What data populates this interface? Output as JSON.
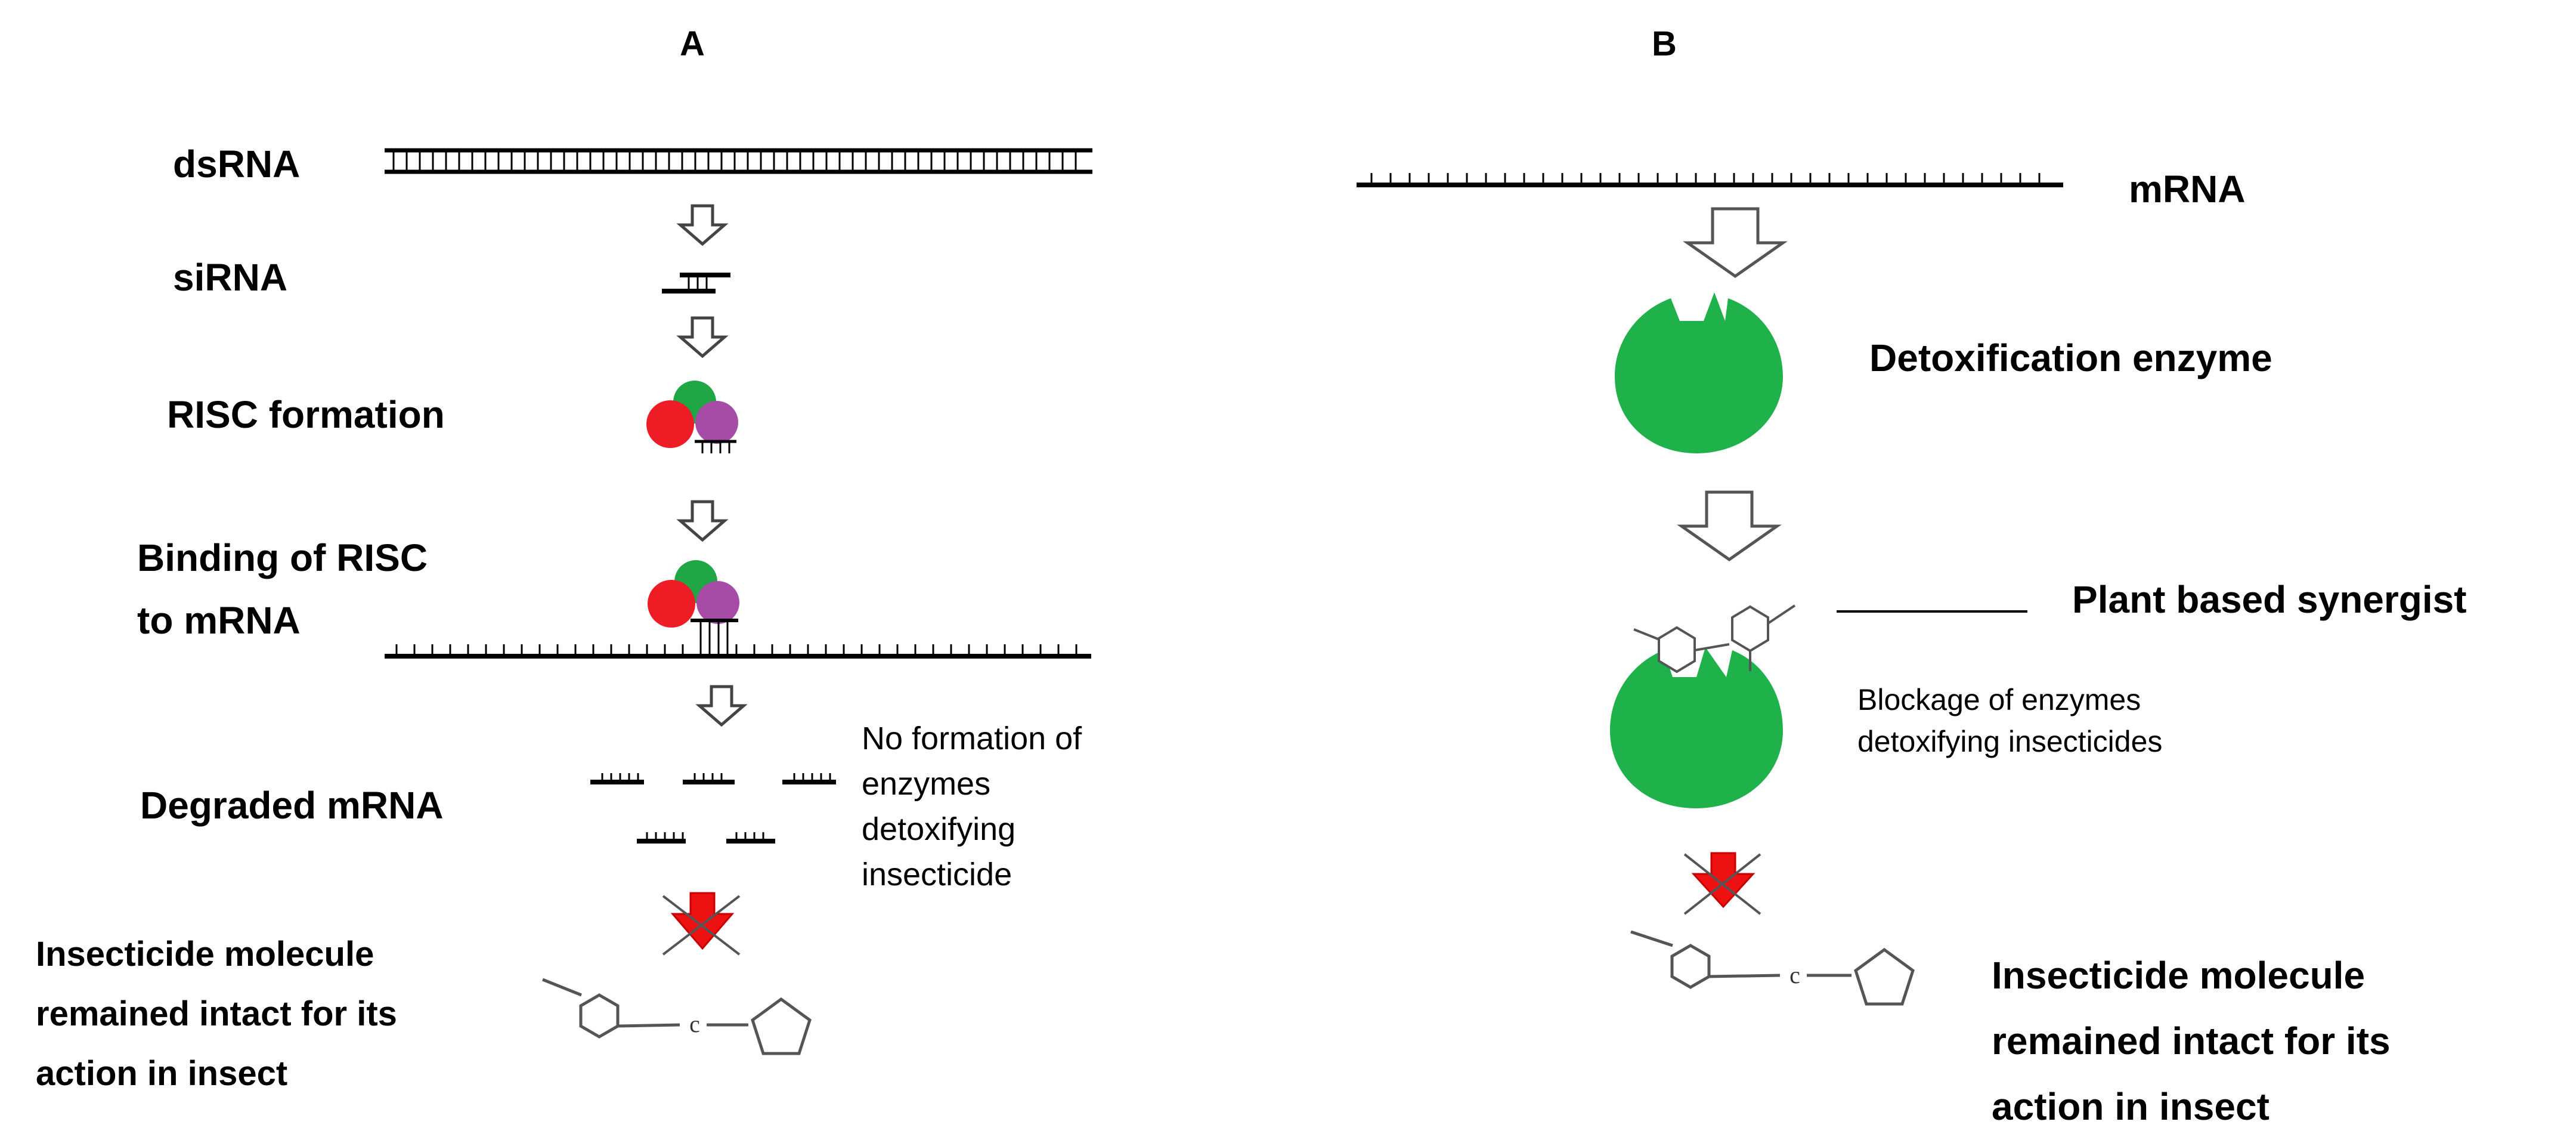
{
  "panels": {
    "a": {
      "letter": "A",
      "dsrna": "dsRNA",
      "sirna": "siRNA",
      "risc_formation": "RISC formation",
      "binding_line1": "Binding of RISC",
      "binding_line2": "to mRNA",
      "degraded": "Degraded mRNA",
      "no_formation": [
        "No formation of",
        "enzymes",
        "detoxifying",
        "insecticide"
      ],
      "intact": [
        "Insecticide molecule",
        "remained intact for its",
        "action in insect"
      ]
    },
    "b": {
      "letter": "B",
      "mrna": "mRNA",
      "detox_enzyme": "Detoxification enzyme",
      "synergist": "Plant based synergist",
      "blockage": [
        "Blockage of enzymes",
        "detoxifying insecticides"
      ],
      "intact": [
        "Insecticide molecule",
        "remained intact for its",
        "action in insect"
      ]
    }
  },
  "molecule_atom_label": "c",
  "colors": {
    "risc_red": "#ee1c25",
    "risc_green": "#1fa645",
    "risc_purple": "#a64ca6",
    "enzyme_green": "#1fb14a",
    "blocked_arrow_red": "#ee1111",
    "line": "#000000",
    "molecule_stroke": "#555555"
  }
}
